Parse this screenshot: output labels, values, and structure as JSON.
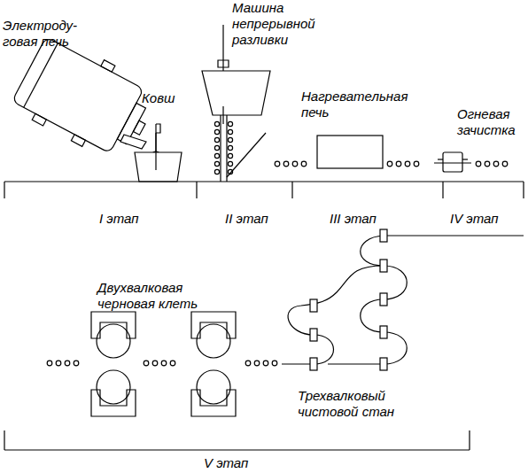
{
  "diagram": {
    "labels": [
      "Электроду- говая печь",
      "Машина непрерывной разливки",
      "Ковш",
      "Нагревательная печь",
      "Огневая зачистка",
      "I этап",
      "II этап",
      "III этап",
      "IV этап",
      "Двухвалковая черновая клеть",
      "Трехвалковый чистовой стан",
      "V этап"
    ]
  }
}
